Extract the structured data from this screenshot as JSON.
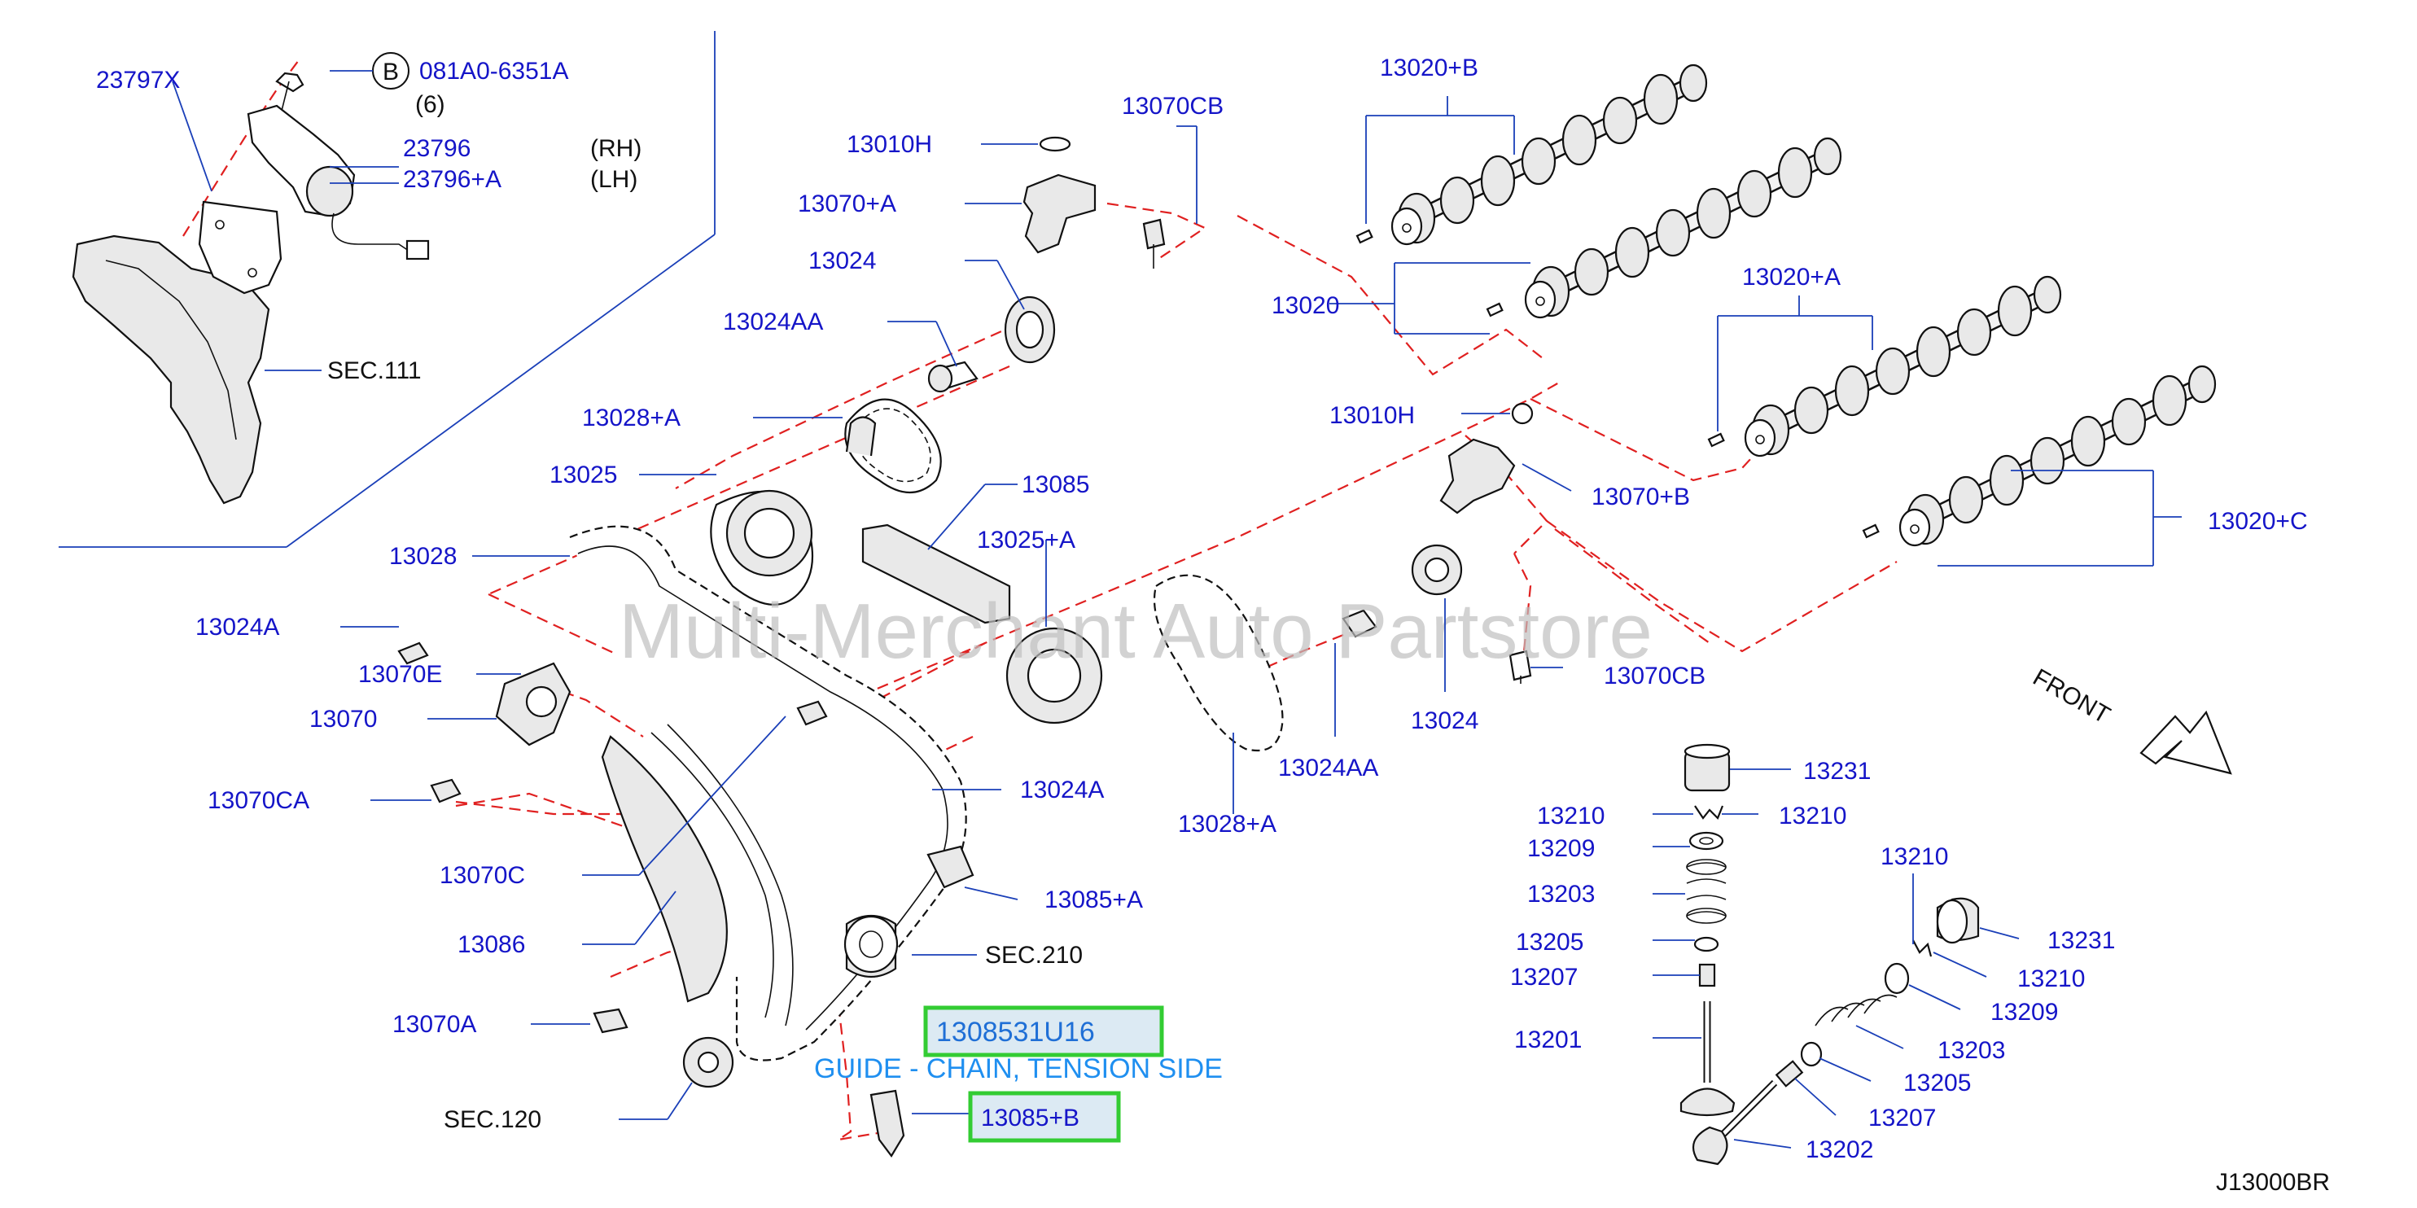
{
  "diagram_code": "J13000BR",
  "watermark": "Multi-Merchant Auto Partstore",
  "front_label": "FRONT",
  "highlight": {
    "part_number": "1308531U16",
    "description": "GUIDE - CHAIN, TENSION SIDE",
    "ref": "13085+B",
    "accent": "#33cc33"
  },
  "callout_b": {
    "letter": "B",
    "part": "081A0-6351A",
    "qty": "(6)"
  },
  "sides": {
    "rh": "(RH)",
    "lh": "(LH)"
  },
  "sections": {
    "s111": "SEC.111",
    "s210": "SEC.210",
    "s120": "SEC.120"
  },
  "labels": {
    "l23797x": "23797X",
    "l23796": "23796",
    "l23796a": "23796+A",
    "l13010h_1": "13010H",
    "l13070a_top": "13070+A",
    "l13070cb_1": "13070CB",
    "l13024_1": "13024",
    "l13024aa_1": "13024AA",
    "l13028a_1": "13028+A",
    "l13025": "13025",
    "l13085": "13085",
    "l13028": "13028",
    "l13025a": "13025+A",
    "l13024a_1": "13024A",
    "l13070e": "13070E",
    "l13070": "13070",
    "l13070ca": "13070CA",
    "l13024a_2": "13024A",
    "l13070c": "13070C",
    "l13085a": "13085+A",
    "l13086": "13086",
    "l13070a_2": "13070A",
    "l13020b": "13020+B",
    "l13020": "13020",
    "l13020a": "13020+A",
    "l13020c": "13020+C",
    "l13010h_2": "13010H",
    "l13070b": "13070+B",
    "l13070cb_2": "13070CB",
    "l13024_2": "13024",
    "l13024aa_2": "13024AA",
    "l13028a_2": "13028+A",
    "l13231_1": "13231",
    "l13210_1": "13210",
    "l13210_2": "13210",
    "l13209_1": "13209",
    "l13203_1": "13203",
    "l13205_1": "13205",
    "l13207_1": "13207",
    "l13201": "13201",
    "l13210_3": "13210",
    "l13231_2": "13231",
    "l13210_4": "13210",
    "l13209_2": "13209",
    "l13203_2": "13203",
    "l13205_2": "13205",
    "l13207_2": "13207",
    "l13202": "13202"
  }
}
